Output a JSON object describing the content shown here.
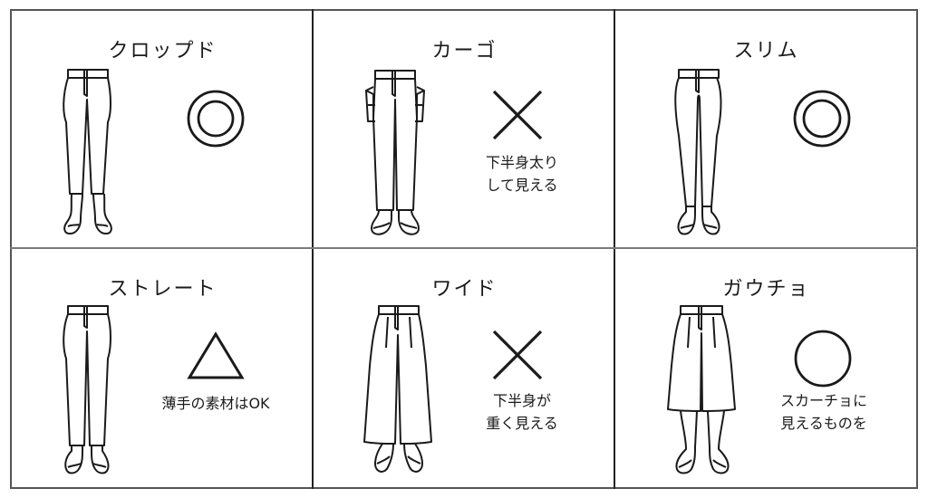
{
  "diagram": {
    "type": "pants-style-suitability-chart",
    "colors": {
      "line": "#1a1a1a",
      "grid": "#555555",
      "background": "#ffffff"
    },
    "cells": [
      {
        "title": "クロップド",
        "rating": "double-circle",
        "rating_meaning": "◎",
        "note": []
      },
      {
        "title": "カーゴ",
        "rating": "cross",
        "rating_meaning": "×",
        "note": [
          "下半身太り",
          "して見える"
        ]
      },
      {
        "title": "スリム",
        "rating": "double-circle",
        "rating_meaning": "◎",
        "note": []
      },
      {
        "title": "ストレート",
        "rating": "triangle",
        "rating_meaning": "△",
        "note": [
          "薄手の素材はOK"
        ]
      },
      {
        "title": "ワイド",
        "rating": "cross",
        "rating_meaning": "×",
        "note": [
          "下半身が",
          "重く見える"
        ]
      },
      {
        "title": "ガウチョ",
        "rating": "circle",
        "rating_meaning": "○",
        "note": [
          "スカーチョに",
          "見えるものを"
        ]
      }
    ]
  }
}
